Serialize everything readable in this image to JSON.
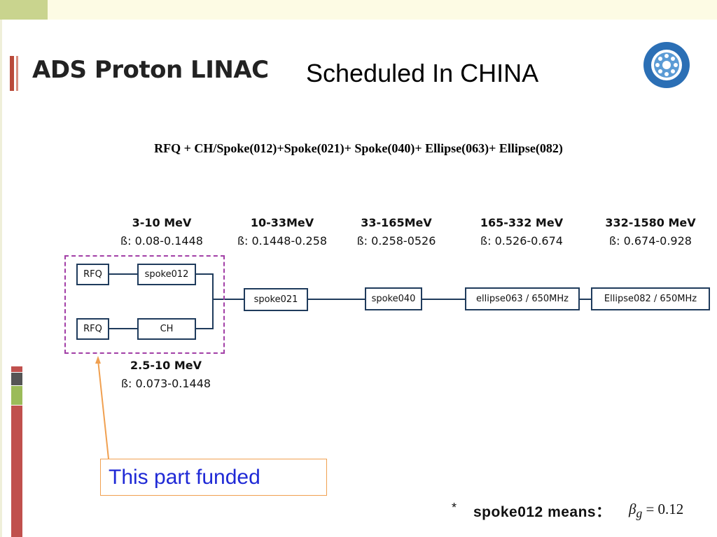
{
  "header": {
    "title": "ADS Proton LINAC",
    "subtitle": "Scheduled In CHINA"
  },
  "formula": "RFQ + CH/Spoke(012)+Spoke(021)+ Spoke(040)+ Ellipse(063)+ Ellipse(082)",
  "stages": [
    {
      "energy": "3-10 MeV",
      "beta": "ß: 0.08-0.1448"
    },
    {
      "energy": "10-33MeV",
      "beta": "ß: 0.1448-0.258"
    },
    {
      "energy": "33-165MeV",
      "beta": "ß: 0.258-0526"
    },
    {
      "energy": "165-332 MeV",
      "beta": "ß: 0.526-0.674"
    },
    {
      "energy": "332-1580 MeV",
      "beta": "ß: 0.674-0.928"
    }
  ],
  "injector_alt": {
    "energy": "2.5-10 MeV",
    "beta": "ß: 0.073-0.1448"
  },
  "boxes": {
    "rfq1": "RFQ",
    "spoke012": "spoke012",
    "rfq2": "RFQ",
    "ch": "CH",
    "spoke021": "spoke021",
    "spoke040": "spoke040",
    "ellipse063": "ellipse063 / 650MHz",
    "ellipse082": "Ellipse082 / 650MHz"
  },
  "callout": "This part funded",
  "footnote": {
    "star": "*",
    "text": "spoke012 means：",
    "beta_symbol": "β",
    "beta_sub": "g",
    "equals": "= 0.12"
  },
  "colors": {
    "box_border": "#1f3b5c",
    "dashed_border": "#a23fa6",
    "arrow": "#f0a050",
    "callout_text": "#1f29d6"
  }
}
